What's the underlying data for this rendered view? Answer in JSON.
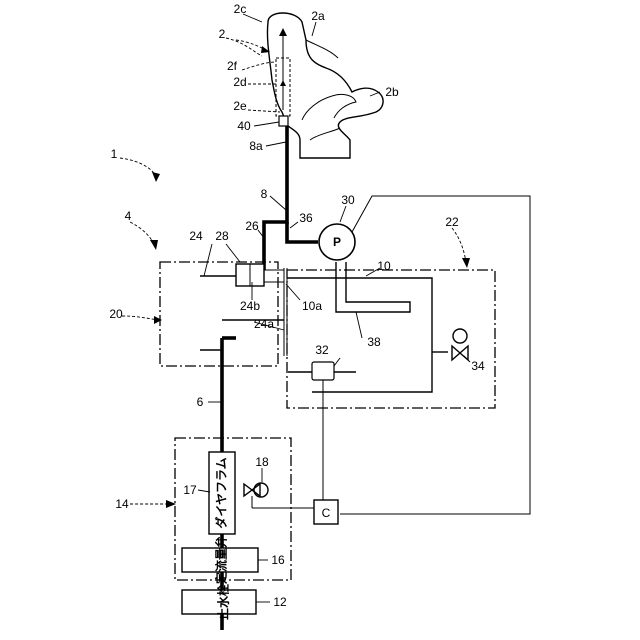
{
  "labels": {
    "l1": "1",
    "l2": "2",
    "l2a": "2a",
    "l2b": "2b",
    "l2c": "2c",
    "l2d": "2d",
    "l2e": "2e",
    "l2f": "2f",
    "l4": "4",
    "l6": "6",
    "l8": "8",
    "l8a": "8a",
    "l10": "10",
    "l10a": "10a",
    "l12": "12",
    "l14": "14",
    "l16": "16",
    "l17": "17",
    "l18": "18",
    "l20": "20",
    "l22": "22",
    "l24": "24",
    "l24a": "24a",
    "l24b": "24b",
    "l26": "26",
    "l28": "28",
    "l30": "30",
    "l32": "32",
    "l34": "34",
    "l36": "36",
    "l38": "38",
    "l40": "40"
  },
  "components": {
    "stop_valve_text": "止水栓",
    "constant_flow_valve_text": "定流量弁",
    "diaphragm_text": "ダイヤフラム",
    "pump_symbol": "P",
    "controller_symbol": "C"
  }
}
